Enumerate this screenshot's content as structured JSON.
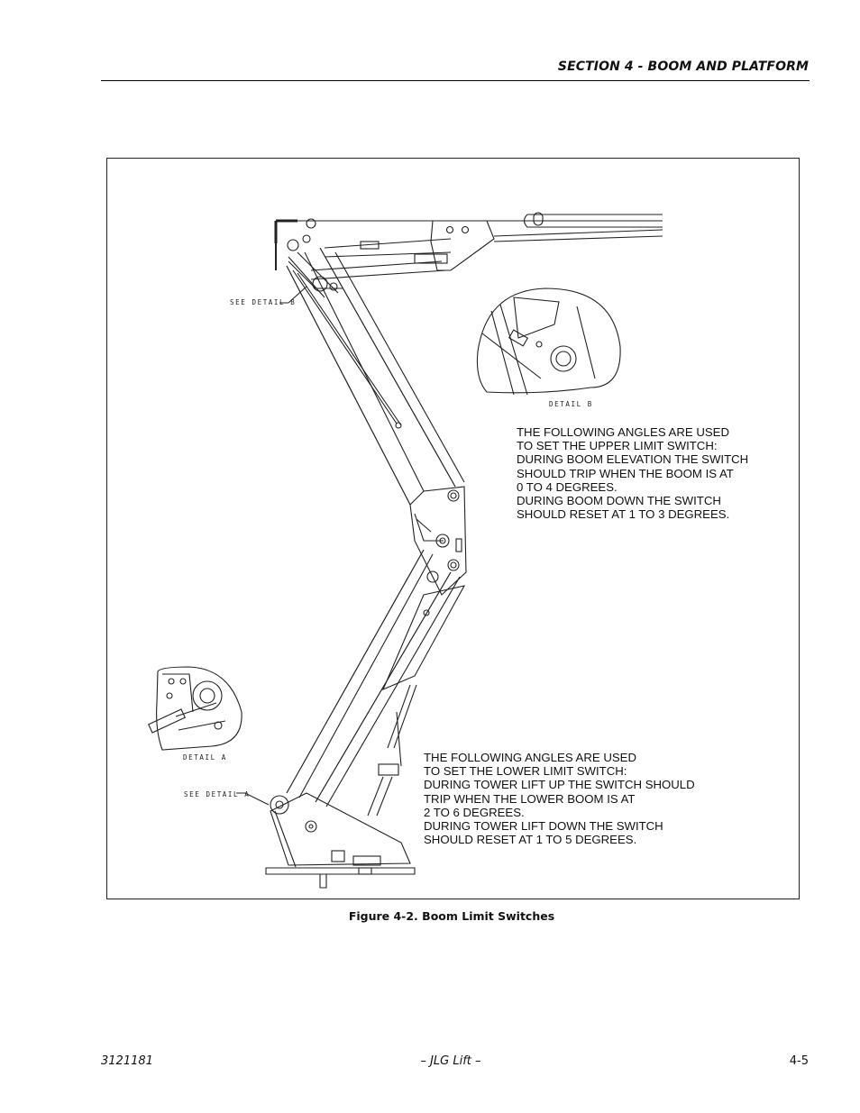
{
  "header": {
    "section_title": "SECTION 4 - BOOM AND PLATFORM"
  },
  "figure": {
    "caption": "Figure 4-2.  Boom Limit Switches",
    "labels": {
      "see_detail_b": "SEE DETAIL  B",
      "detail_b": "DETAIL  B",
      "detail_a": "DETAIL  A",
      "see_detail_a": "SEE DETAIL  A"
    },
    "upper_note": [
      "THE FOLLOWING ANGLES ARE USED",
      "TO SET THE UPPER LIMIT SWITCH:",
      "DURING BOOM ELEVATION THE SWITCH",
      "SHOULD TRIP WHEN THE BOOM IS AT",
      "0 TO 4 DEGREES.",
      "DURING BOOM DOWN THE SWITCH",
      "SHOULD RESET AT 1 TO 3 DEGREES."
    ],
    "lower_note": [
      "THE FOLLOWING ANGLES ARE USED",
      "TO SET THE LOWER LIMIT SWITCH:",
      "DURING TOWER LIFT UP THE SWITCH SHOULD",
      "TRIP WHEN THE LOWER BOOM IS AT",
      "2 TO 6 DEGREES.",
      "DURING TOWER LIFT DOWN THE SWITCH",
      "SHOULD RESET AT 1 TO 5 DEGREES."
    ]
  },
  "footer": {
    "doc_number": "3121181",
    "center": "– JLG Lift –",
    "page": "4-5"
  }
}
